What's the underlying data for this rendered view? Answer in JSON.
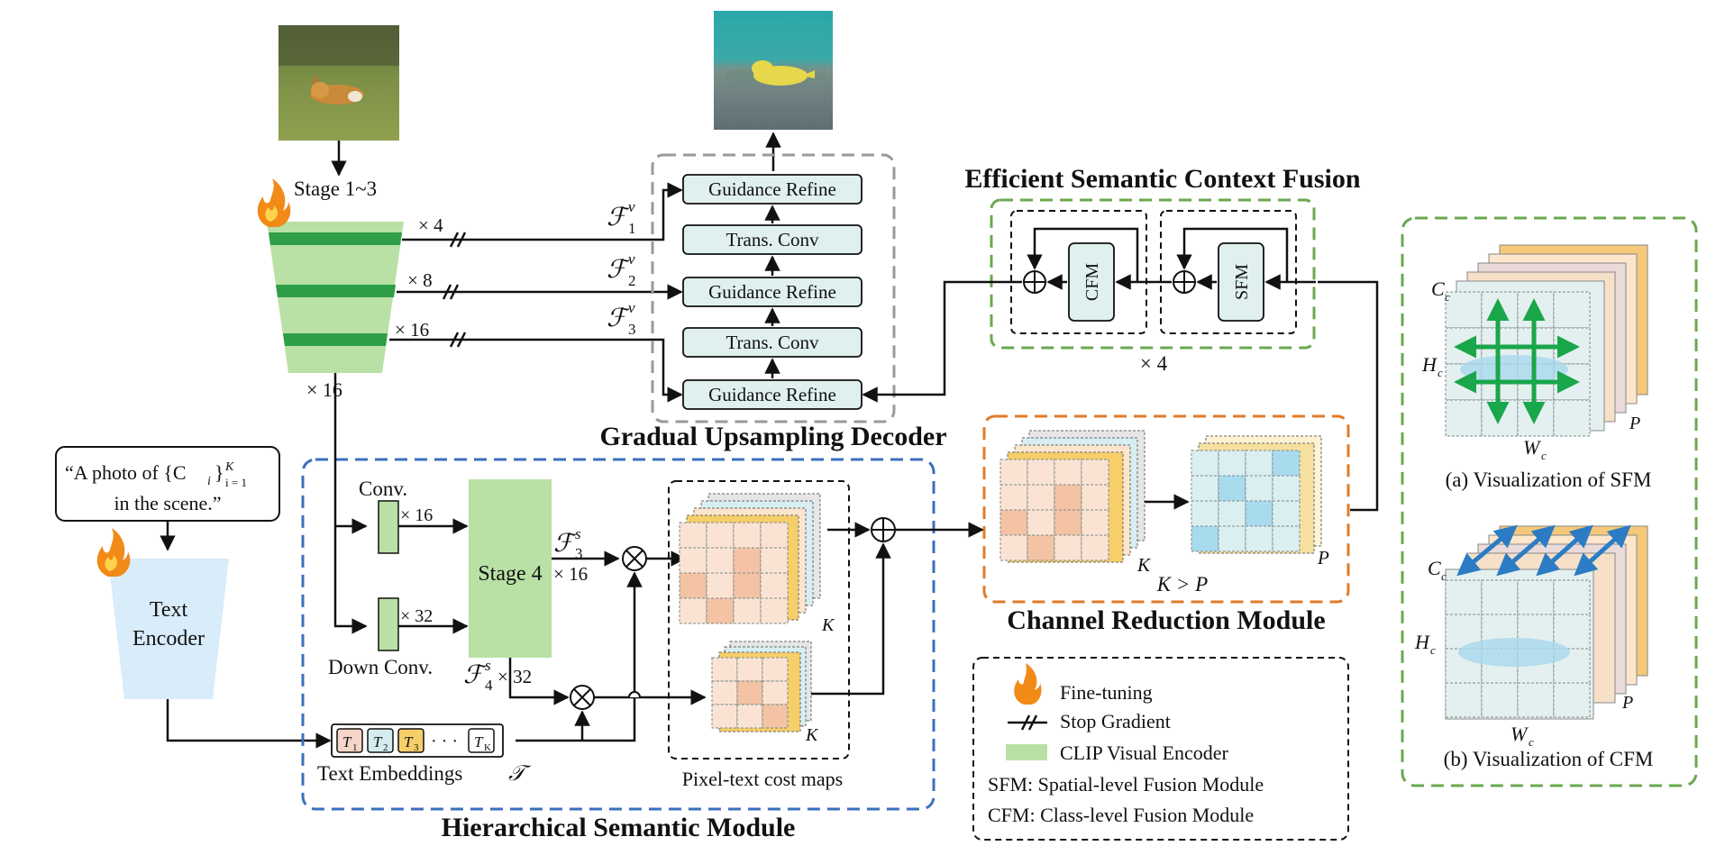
{
  "titles": {
    "decoder": "Gradual Upsampling Decoder",
    "fusion": "Efficient Semantic Context Fusion",
    "hsm": "Hierarchical Semantic Module",
    "crm": "Channel Reduction Module"
  },
  "encoder": {
    "stage_label": "Stage 1~3",
    "text_encoder_line1": "Text",
    "text_encoder_line2": "Encoder",
    "prompt_line1": "“A photo of {C",
    "prompt_sub_i": "i",
    "prompt_close": "}",
    "prompt_sup_k": "K",
    "prompt_sub_range": "i = 1",
    "prompt_line2": "in the scene.”"
  },
  "scales": {
    "x4": "× 4",
    "x8": "× 8",
    "x16a": "× 16",
    "x16b": "× 16",
    "x16conv": "× 16",
    "x32conv": "× 32",
    "x16s3": "× 16",
    "x32s4": "× 32",
    "times4_fusion": "× 4"
  },
  "features": {
    "f_symbol": "ℱ",
    "v": "v",
    "s": "s",
    "idx1": "1",
    "idx2": "2",
    "idx3": "3",
    "idx4": "4"
  },
  "decoder_blocks": {
    "gr1": "Guidance Refine",
    "tc1": "Trans. Conv",
    "gr2": "Guidance Refine",
    "tc2": "Trans. Conv",
    "gr3": "Guidance Refine"
  },
  "fusion_blocks": {
    "cfm": "CFM",
    "sfm": "SFM"
  },
  "hsm": {
    "conv": "Conv.",
    "down_conv": "Down Conv.",
    "stage4": "Stage 4",
    "cost_maps": "Pixel-text cost maps",
    "K1": "K",
    "K2": "K",
    "text_embeddings": "Text Embeddings",
    "T_symbol": "𝒯",
    "tokens": [
      {
        "letter": "T",
        "sub": "1",
        "color": "#f6d6c8"
      },
      {
        "letter": "T",
        "sub": "2",
        "color": "#d4ecee"
      },
      {
        "letter": "T",
        "sub": "3",
        "color": "#f6cf6a"
      },
      {
        "letter": "T",
        "sub": "K",
        "color": "#ffffff"
      }
    ],
    "dots": "· · ·"
  },
  "crm": {
    "K": "K",
    "P": "P",
    "relation": "K > P"
  },
  "legend": {
    "fine_tuning": "Fine-tuning",
    "stop_gradient": "Stop Gradient",
    "clip": "CLIP Visual Encoder",
    "sfm": "SFM: Spatial-level Fusion Module",
    "cfm": "CFM: Class-level Fusion Module"
  },
  "viz": {
    "sfm_caption": "(a) Visualization of SFM",
    "cfm_caption": "(b) Visualization of CFM",
    "C": "C",
    "H": "H",
    "W": "W",
    "c": "c",
    "P": "P"
  },
  "colors": {
    "green_dash": "#6aa84f",
    "blue_dash": "#3c6fbf",
    "orange_dash": "#e07b2a",
    "gray_dash": "#9a9a9a",
    "clip_green": "#b9e0a5",
    "clip_stripe": "#2e9e47",
    "block_fill": "#dff0ef",
    "arrow_green": "#1aa64a",
    "arrow_blue": "#2b7cc4"
  }
}
